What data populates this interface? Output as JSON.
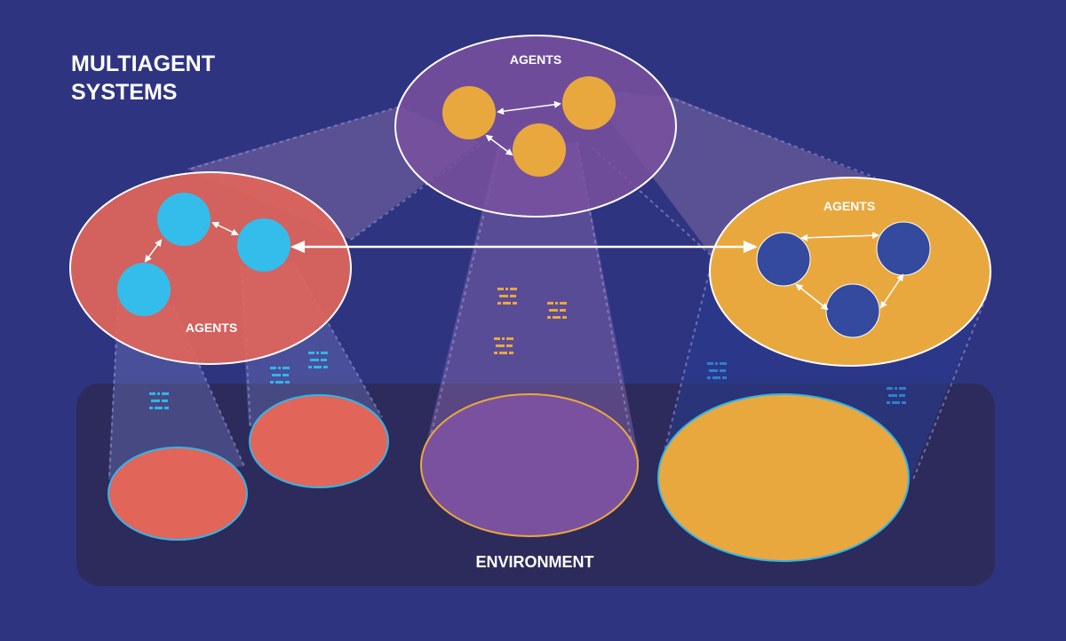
{
  "title": {
    "line1": "MULTIAGENT",
    "line2": "SYSTEMS"
  },
  "groups": {
    "top": {
      "label": "AGENTS"
    },
    "left": {
      "label": "AGENTS"
    },
    "right": {
      "label": "AGENTS"
    }
  },
  "environment": {
    "label": "ENVIRONMENT"
  },
  "colors": {
    "background": "#2e3480",
    "environment_panel": "#2c2b5c",
    "coral": "#e2655a",
    "purple": "#7a519f",
    "amber": "#e9a83e",
    "cyan_agent": "#34bdea",
    "navy_agent": "#334a9e",
    "signal_blue": "#33b5e8",
    "signal_orange": "#e9a83e",
    "signal_darkblue": "#2f80d0"
  },
  "icons": {
    "signal": "message-signal-icon",
    "link": "bidirectional-arrow-icon"
  }
}
